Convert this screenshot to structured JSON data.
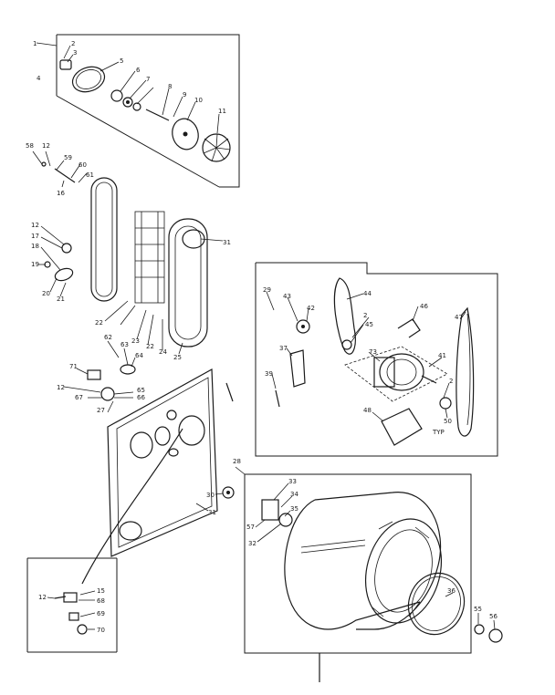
{
  "callouts": {
    "blower": [
      "1",
      "2",
      "3",
      "4",
      "5",
      "6",
      "7",
      "8",
      "9",
      "10",
      "11"
    ],
    "belt_area": [
      "58",
      "12",
      "59",
      "60",
      "61",
      "16",
      "12",
      "17",
      "18",
      "19",
      "20",
      "21",
      "22",
      "23",
      "22",
      "24",
      "25",
      "31"
    ],
    "bulkhead": [
      "62",
      "63",
      "64",
      "71",
      "12",
      "65",
      "66",
      "67",
      "27",
      "30",
      "31"
    ],
    "motor": [
      "29",
      "43",
      "42",
      "44",
      "2",
      "45",
      "46",
      "47",
      "37",
      "73",
      "41",
      "39",
      "48",
      "2",
      "50",
      "TYP"
    ],
    "drum": [
      "28",
      "33",
      "34",
      "35",
      "57",
      "32",
      "36",
      "55",
      "56"
    ],
    "inset": [
      "15",
      "68",
      "69",
      "70",
      "12"
    ]
  }
}
